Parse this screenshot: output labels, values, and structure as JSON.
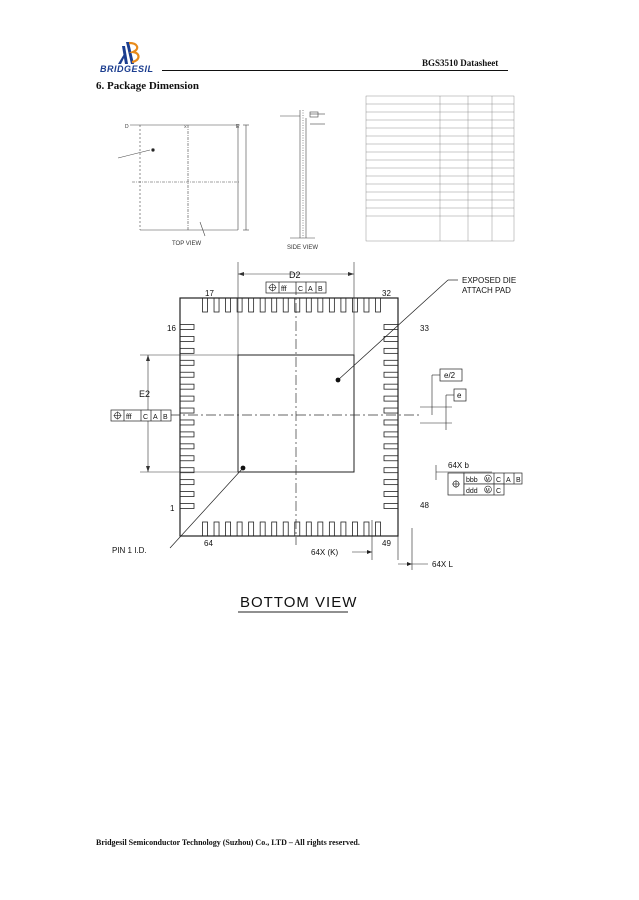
{
  "header": {
    "logo_text": "BRIDGESIL",
    "doc_title": "BGS3510 Datasheet",
    "brand_colors": {
      "primary": "#1b3d8f",
      "accent": "#e88a1a"
    }
  },
  "section": {
    "title": "6.   Package Dimension"
  },
  "top_drawing": {
    "top_view_label": "TOP VIEW",
    "side_view_label": "SIDE VIEW"
  },
  "bottom_drawing": {
    "d2_label": "D2",
    "e2_label": "E2",
    "pin17": "17",
    "pin32": "32",
    "pin16": "16",
    "pin33": "33",
    "pin1": "1",
    "pin48": "48",
    "pin64": "64",
    "pin49": "49",
    "tol_fff": "fff",
    "tol_c": "C",
    "tol_a": "A",
    "tol_b": "B",
    "exposed_pad_line1": "EXPOSED DIE",
    "exposed_pad_line2": "ATTACH PAD",
    "e_half": "e/2",
    "e_label": "e",
    "b_label": "64X b",
    "bbb": "bbb",
    "ddd": "ddd",
    "m_mark": "M",
    "pin1_id": "PIN 1 I.D.",
    "k_label": "64X (K)",
    "l_label": "64X L",
    "bottom_view_label": "BOTTOM VIEW"
  },
  "footer": {
    "text": "Bridgesil Semiconductor Technology (Suzhou) Co., LTD – All rights reserved."
  }
}
